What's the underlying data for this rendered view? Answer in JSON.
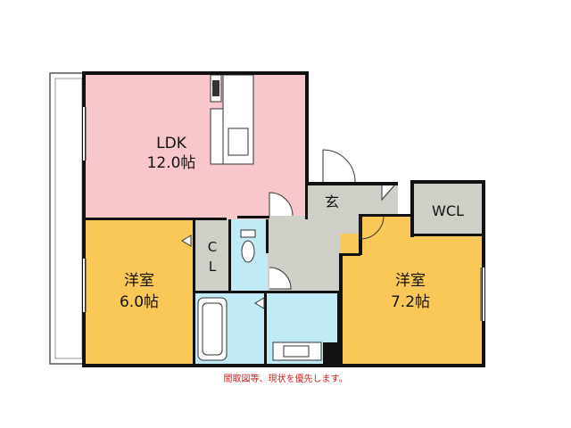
{
  "rooms": {
    "ldk": {
      "name": "LDK",
      "size": "12.0帖"
    },
    "western_left": {
      "name": "洋室",
      "size": "6.0帖"
    },
    "western_right": {
      "name": "洋室",
      "size": "7.2帖"
    },
    "closet_c": "C",
    "closet_l": "L",
    "entrance": "玄",
    "wcl": "WCL"
  },
  "note": "間取図等、現状を優先します。",
  "colors": {
    "ldk": "#f8c7cb",
    "western": "#fac857",
    "wet": "#bfeaf6",
    "hall": "#cfcfc7",
    "wall": "#111111"
  }
}
